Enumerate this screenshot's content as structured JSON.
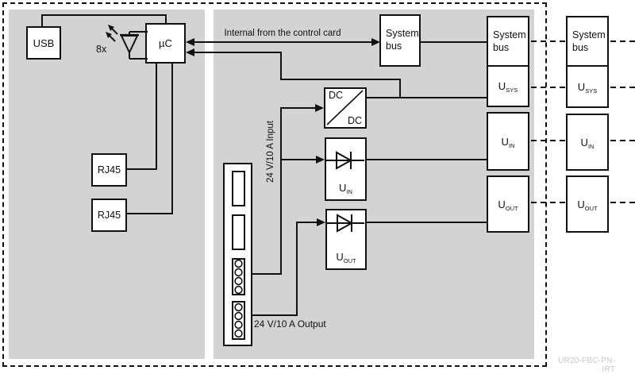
{
  "diagram": {
    "watermark": "UR20-FBC-PN-IRT",
    "left_panel": {
      "usb_label": "USB",
      "uc_label": "µC",
      "led_count_label": "8x",
      "rj45_top_label": "RJ45",
      "rj45_bottom_label": "RJ45"
    },
    "center_panel": {
      "internal_bus_label": "Internal from the control card",
      "system_bus_box": {
        "line1": "System",
        "line2": "bus"
      },
      "dcdc_top_label": "DC",
      "dcdc_bottom_label": "DC",
      "uin_diode_box": {
        "base": "U",
        "sub": "IN"
      },
      "uout_diode_box": {
        "base": "U",
        "sub": "OUT"
      },
      "input_label": "24 V/10 A Input",
      "output_label": "24 V/10 A Output"
    },
    "bus_column_inner": {
      "system_bus": {
        "line1": "System",
        "line2": "bus"
      },
      "usys": {
        "base": "U",
        "sub": "SYS"
      },
      "uin": {
        "base": "U",
        "sub": "IN"
      },
      "uout": {
        "base": "U",
        "sub": "OUT"
      }
    },
    "bus_column_next": {
      "system_bus": {
        "line1": "System",
        "line2": "bus"
      },
      "usys": {
        "base": "U",
        "sub": "SYS"
      },
      "uin": {
        "base": "U",
        "sub": "IN"
      },
      "uout": {
        "base": "U",
        "sub": "OUT"
      }
    },
    "colors": {
      "panel_gray": "#d3d3d3",
      "line_black": "#111111",
      "watermark_gray": "#c6c6c6"
    }
  }
}
